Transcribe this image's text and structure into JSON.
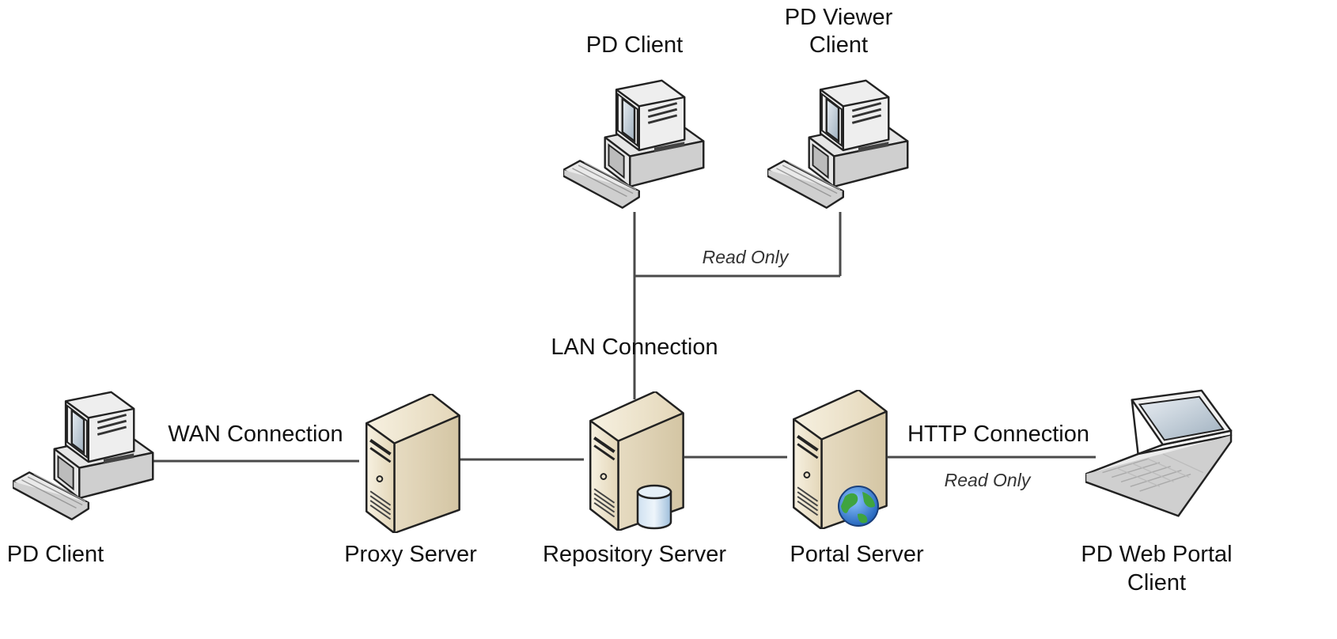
{
  "nodes": {
    "pd_client_top": "PD Client",
    "pd_viewer_client": [
      "PD Viewer",
      "Client"
    ],
    "pd_client_left": "PD Client",
    "proxy_server": "Proxy Server",
    "repository_server": "Repository Server",
    "portal_server": "Portal Server",
    "pd_web_portal_client": [
      "PD Web Portal",
      "Client"
    ]
  },
  "connections": {
    "lan": "LAN Connection",
    "wan": "WAN Connection",
    "http": "HTTP Connection",
    "read_only_viewer": "Read Only",
    "read_only_http": "Read Only"
  },
  "icons": {
    "desktop": "desktop-computer-icon",
    "server": "tower-server-icon",
    "database": "database-cylinder-icon",
    "globe": "globe-icon",
    "laptop": "laptop-icon"
  }
}
